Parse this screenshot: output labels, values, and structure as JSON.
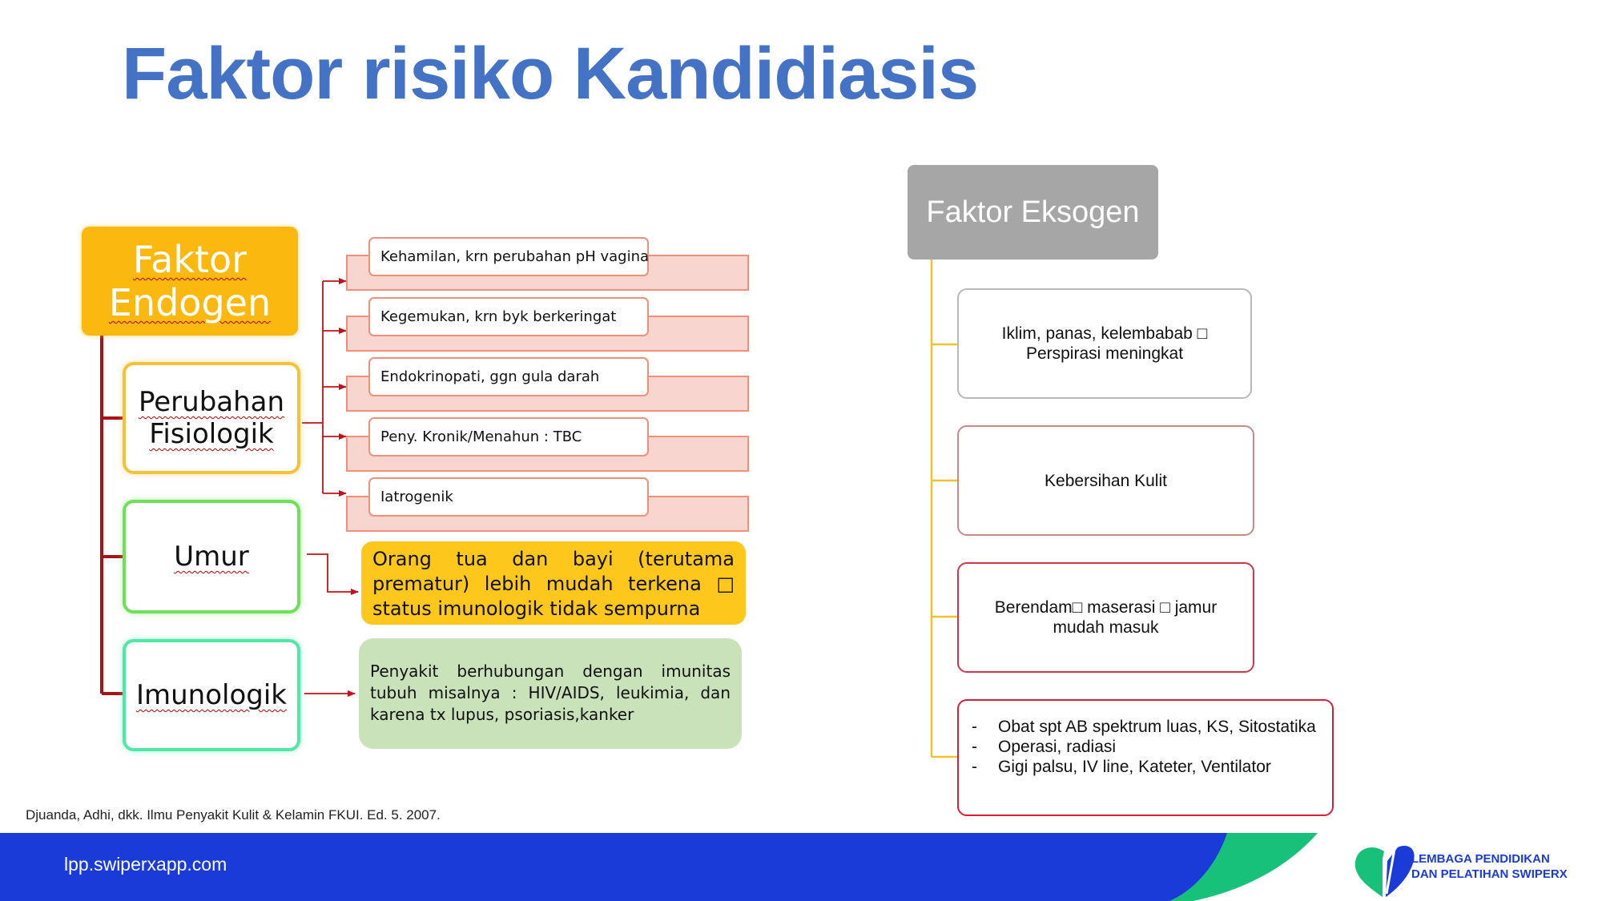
{
  "title": "Faktor risiko Kandidiasis",
  "endogen": {
    "label_line1": "Faktor",
    "label_line2": "Endogen",
    "categories": {
      "perubahan_line1": "Perubahan",
      "perubahan_line2": "Fisiologik",
      "umur": "Umur",
      "imunologik": "Imunologik"
    },
    "fisiologik_items": [
      "Kehamilan, krn perubahan pH vagina",
      "Kegemukan, krn byk berkeringat",
      "Endokrinopati, ggn gula darah",
      "Peny. Kronik/Menahun : TBC",
      "Iatrogenik"
    ],
    "umur_desc": "Orang tua dan bayi (terutama prematur) lebih mudah terkena □ status imunologik tidak sempurna",
    "imunologik_desc": "Penyakit berhubungan dengan imunitas tubuh misalnya : HIV/AIDS, leukimia, dan karena tx lupus, psoriasis,kanker"
  },
  "eksogen": {
    "label": "Faktor Eksogen",
    "items": [
      "Iklim, panas, kelembabab □ Perspirasi meningkat",
      "Kebersihan Kulit",
      "Berendam□ maserasi □ jamur mudah masuk"
    ],
    "list_items": [
      "Obat spt AB spektrum luas, KS, Sitostatika",
      "Operasi, radiasi",
      "Gigi palsu, IV line, Kateter, Ventilator"
    ],
    "list_dash": "-"
  },
  "citation": "Djuanda, Adhi, dkk. Ilmu Penyakit Kulit & Kelamin FKUI. Ed. 5. 2007.",
  "footer": {
    "url": "lpp.swiperxapp.com",
    "logo_line1": "LEMBAGA PENDIDIKAN",
    "logo_line2": "DAN PELATIHAN SWIPERX"
  },
  "colors": {
    "title": "#4472c4",
    "endogen": "#fbb80f",
    "eksogen": "#a6a6a6",
    "footer_blue": "#1a3bd8",
    "footer_green": "#17c17a",
    "connector_red": "#a8121a",
    "connector_yellow": "#f2c12e"
  }
}
